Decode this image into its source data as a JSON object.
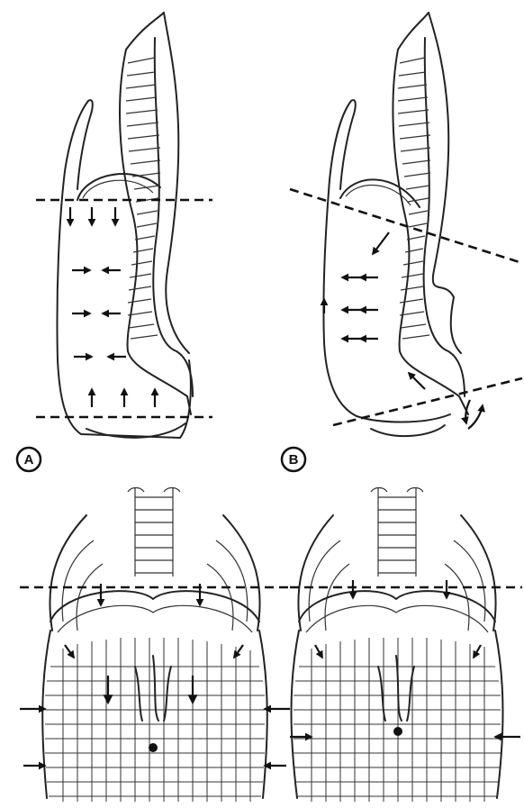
{
  "panels": [
    {
      "id": "A",
      "label": "A"
    },
    {
      "id": "B",
      "label": "B"
    }
  ]
}
